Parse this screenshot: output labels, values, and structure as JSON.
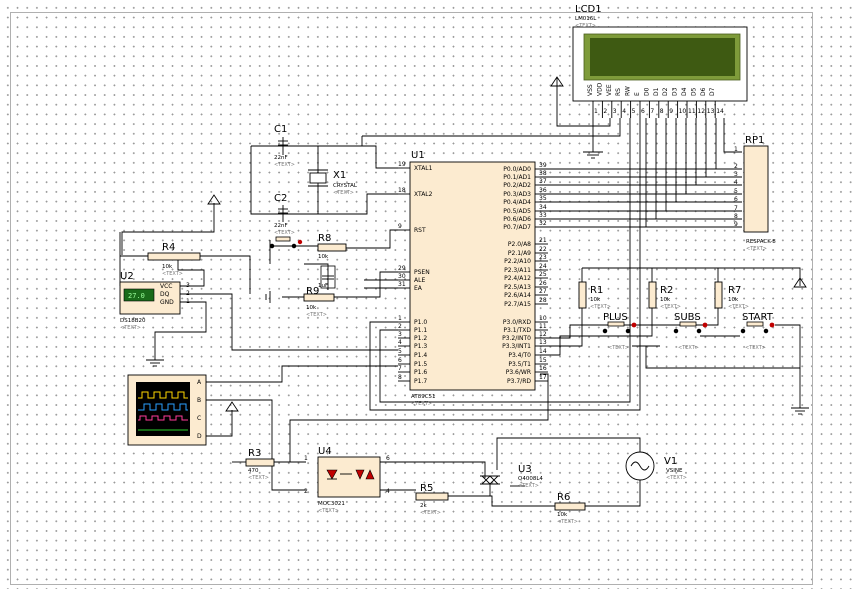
{
  "labels": {
    "lcd_ref": "LCD1",
    "lcd_model": "LM016L",
    "u1_ref": "U1",
    "u1_model": "AT89C51",
    "x1_ref": "X1",
    "x1_model": "CRYSTAL",
    "c1_ref": "C1",
    "c1_value": "22nF",
    "c2_ref": "C2",
    "c2_value": "22nF",
    "r8_ref": "R8",
    "r9_ref": "R9",
    "r9_value": "10k",
    "c3_value": "1uF",
    "r4_ref": "R4",
    "r4_value": "10k",
    "u2_ref": "U2",
    "u2_model": "DS18B20",
    "u2_display": "27.0",
    "rp1_ref": "RP1",
    "rp1_model": "RESPACK-8",
    "r1_ref": "R1",
    "r2_ref": "R2",
    "r7_ref": "R7",
    "res_10k": "10k",
    "plus": "PLUS",
    "subs": "SUBS",
    "start": "START",
    "u3_ref": "U3",
    "u3_model": "Q4008L4",
    "u4_ref": "U4",
    "u4_model": "MOC3021",
    "r3_ref": "R3",
    "r3_value": "470",
    "r5_ref": "R5",
    "r5_value": "2k",
    "r6_ref": "R6",
    "r6_value": "10k",
    "v1_ref": "V1",
    "v1_model": "VSINE",
    "text": "<TEXT>"
  },
  "u2_pins": [
    "VCC",
    "DQ",
    "GND"
  ],
  "u2_pin_nums": [
    "3",
    "2",
    "1"
  ],
  "lcd_pins": [
    "VSS",
    "VDD",
    "VEE",
    "RS",
    "RW",
    "E",
    "D0",
    "D1",
    "D2",
    "D3",
    "D4",
    "D5",
    "D6",
    "D7"
  ],
  "lcd_pin_nums": [
    "1",
    "2",
    "3",
    "4",
    "5",
    "6",
    "7",
    "8",
    "9",
    "10",
    "11",
    "12",
    "13",
    "14"
  ],
  "rp1_pin_nums": [
    "1",
    "2",
    "3",
    "4",
    "5",
    "6",
    "7",
    "8",
    "9"
  ],
  "u1_left_pins": [
    {
      "num": "19",
      "name": "XTAL1"
    },
    {
      "num": "18",
      "name": "XTAL2"
    },
    {
      "num": "9",
      "name": "RST"
    },
    {
      "num": "29",
      "name": "PSEN"
    },
    {
      "num": "30",
      "name": "ALE"
    },
    {
      "num": "31",
      "name": "EA"
    },
    {
      "num": "1",
      "name": "P1.0"
    },
    {
      "num": "2",
      "name": "P1.1"
    },
    {
      "num": "3",
      "name": "P1.2"
    },
    {
      "num": "4",
      "name": "P1.3"
    },
    {
      "num": "5",
      "name": "P1.4"
    },
    {
      "num": "6",
      "name": "P1.5"
    },
    {
      "num": "7",
      "name": "P1.6"
    },
    {
      "num": "8",
      "name": "P1.7"
    }
  ],
  "u1_right_pins": [
    {
      "num": "39",
      "name": "P0.0/AD0"
    },
    {
      "num": "38",
      "name": "P0.1/AD1"
    },
    {
      "num": "37",
      "name": "P0.2/AD2"
    },
    {
      "num": "36",
      "name": "P0.3/AD3"
    },
    {
      "num": "35",
      "name": "P0.4/AD4"
    },
    {
      "num": "34",
      "name": "P0.5/AD5"
    },
    {
      "num": "33",
      "name": "P0.6/AD6"
    },
    {
      "num": "32",
      "name": "P0.7/AD7"
    },
    {
      "num": "21",
      "name": "P2.0/A8"
    },
    {
      "num": "22",
      "name": "P2.1/A9"
    },
    {
      "num": "23",
      "name": "P2.2/A10"
    },
    {
      "num": "24",
      "name": "P2.3/A11"
    },
    {
      "num": "25",
      "name": "P2.4/A12"
    },
    {
      "num": "26",
      "name": "P2.5/A13"
    },
    {
      "num": "27",
      "name": "P2.6/A14"
    },
    {
      "num": "28",
      "name": "P2.7/A15"
    },
    {
      "num": "10",
      "name": "P3.0/RXD"
    },
    {
      "num": "11",
      "name": "P3.1/TXD"
    },
    {
      "num": "12",
      "name": "P3.2/INT0"
    },
    {
      "num": "13",
      "name": "P3.3/INT1"
    },
    {
      "num": "14",
      "name": "P3.4/T0"
    },
    {
      "num": "15",
      "name": "P3.5/T1"
    },
    {
      "num": "16",
      "name": "P3.6/WR"
    },
    {
      "num": "17",
      "name": "P3.7/RD"
    }
  ],
  "scope_channels": [
    "A",
    "B",
    "C",
    "D"
  ],
  "u4_pin_nums": [
    "1",
    "2",
    "6",
    "4"
  ],
  "colors": {
    "wire": "#000000",
    "component_body": "#fcebd0",
    "lcd_screen": "#3e5a12",
    "lcd_frame": "#7e9b3a",
    "led_red": "#c00000",
    "scope_screen": "#000000",
    "u2_display_bg": "#1a6b1a",
    "u2_display_text": "#9cff9c"
  }
}
